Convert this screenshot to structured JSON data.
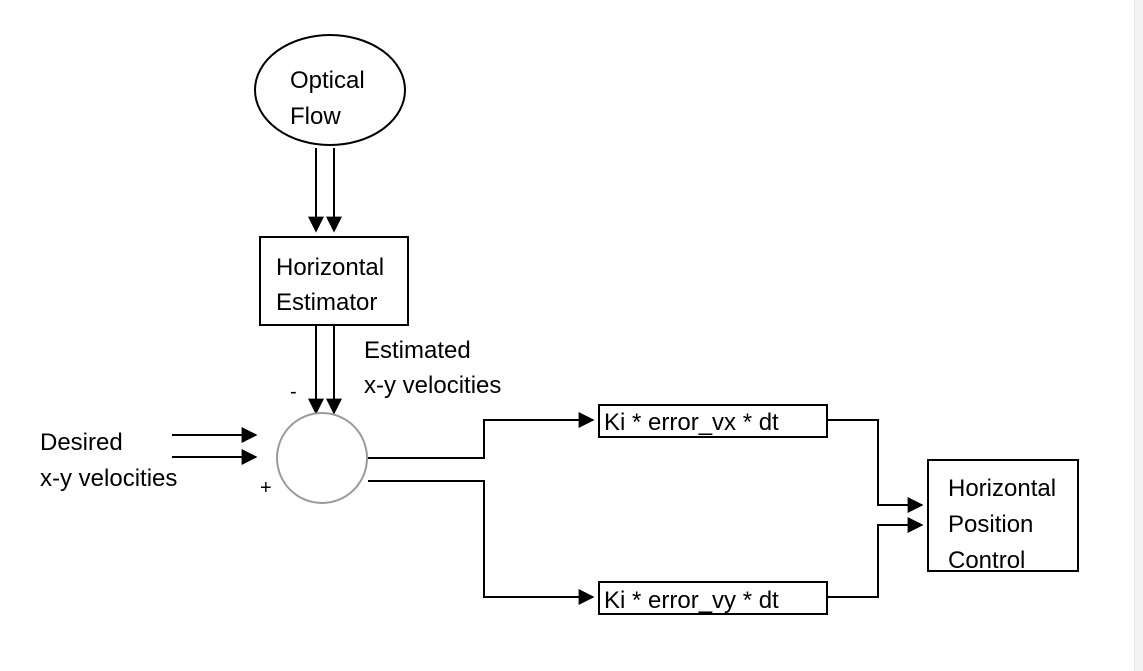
{
  "nodes": {
    "optical_flow": {
      "line1": "Optical",
      "line2": "Flow"
    },
    "horizontal_estimator": {
      "line1": "Horizontal",
      "line2": "Estimator"
    },
    "ki_vx": {
      "label": "Ki * error_vx * dt"
    },
    "ki_vy": {
      "label": "Ki * error_vy * dt"
    },
    "horizontal_position_control": {
      "line1": "Horizontal",
      "line2": "Position",
      "line3": "Control"
    }
  },
  "labels": {
    "estimated_line1": "Estimated",
    "estimated_line2": "x-y velocities",
    "desired_line1": "Desired",
    "desired_line2": "x-y velocities",
    "minus": "-",
    "plus": "+"
  }
}
